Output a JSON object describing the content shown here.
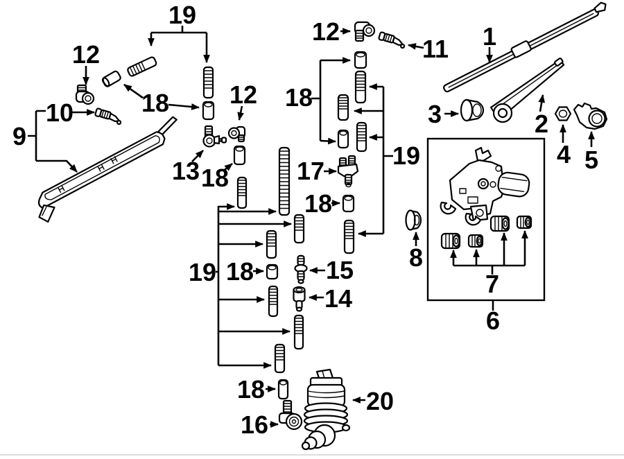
{
  "diagram": {
    "type": "exploded-parts-diagram",
    "subject": "Rear window wiper and washer components",
    "colors": {
      "background": "#ffffff",
      "line_art": "#000000",
      "bottom_rule": "#dcdcdc"
    },
    "callouts": [
      {
        "label": "19",
        "part": "washer-hose-group-top"
      },
      {
        "label": "12",
        "part": "elbow-connector"
      },
      {
        "label": "18",
        "part": "hose-couplers"
      },
      {
        "label": "10",
        "part": "washer-nozzle"
      },
      {
        "label": "9",
        "part": "nozzle-trim-assembly"
      },
      {
        "label": "13",
        "part": "tee-connector"
      },
      {
        "label": "18",
        "part": "hose-coupler"
      },
      {
        "label": "12",
        "part": "elbow-connector"
      },
      {
        "label": "18",
        "part": "hose-couplers"
      },
      {
        "label": "12",
        "part": "elbow-connector"
      },
      {
        "label": "11",
        "part": "washer-nozzle"
      },
      {
        "label": "19",
        "part": "washer-hose-group-right"
      },
      {
        "label": "17",
        "part": "branch-connector"
      },
      {
        "label": "18",
        "part": "hose-coupler"
      },
      {
        "label": "1",
        "part": "rear-wiper-blade"
      },
      {
        "label": "2",
        "part": "rear-wiper-arm"
      },
      {
        "label": "3",
        "part": "pivot-cap"
      },
      {
        "label": "4",
        "part": "pivot-nut"
      },
      {
        "label": "5",
        "part": "pivot-bezel"
      },
      {
        "label": "6",
        "part": "wiper-motor-assembly"
      },
      {
        "label": "7",
        "part": "motor-bushings"
      },
      {
        "label": "8",
        "part": "body-grommet"
      },
      {
        "label": "19",
        "part": "washer-hose-group-left"
      },
      {
        "label": "18",
        "part": "hose-coupler"
      },
      {
        "label": "15",
        "part": "check-valve"
      },
      {
        "label": "14",
        "part": "joint-connector"
      },
      {
        "label": "18",
        "part": "hose-coupler"
      },
      {
        "label": "16",
        "part": "pump-elbow-connector"
      },
      {
        "label": "20",
        "part": "washer-pump"
      }
    ]
  }
}
